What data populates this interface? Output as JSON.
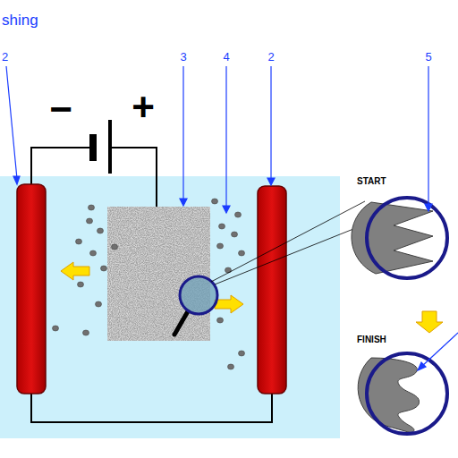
{
  "diagram": {
    "title": "shing",
    "labels": [
      "2",
      "3",
      "4",
      "2",
      "5",
      "−",
      "+",
      "START",
      "FINISH"
    ]
  }
}
